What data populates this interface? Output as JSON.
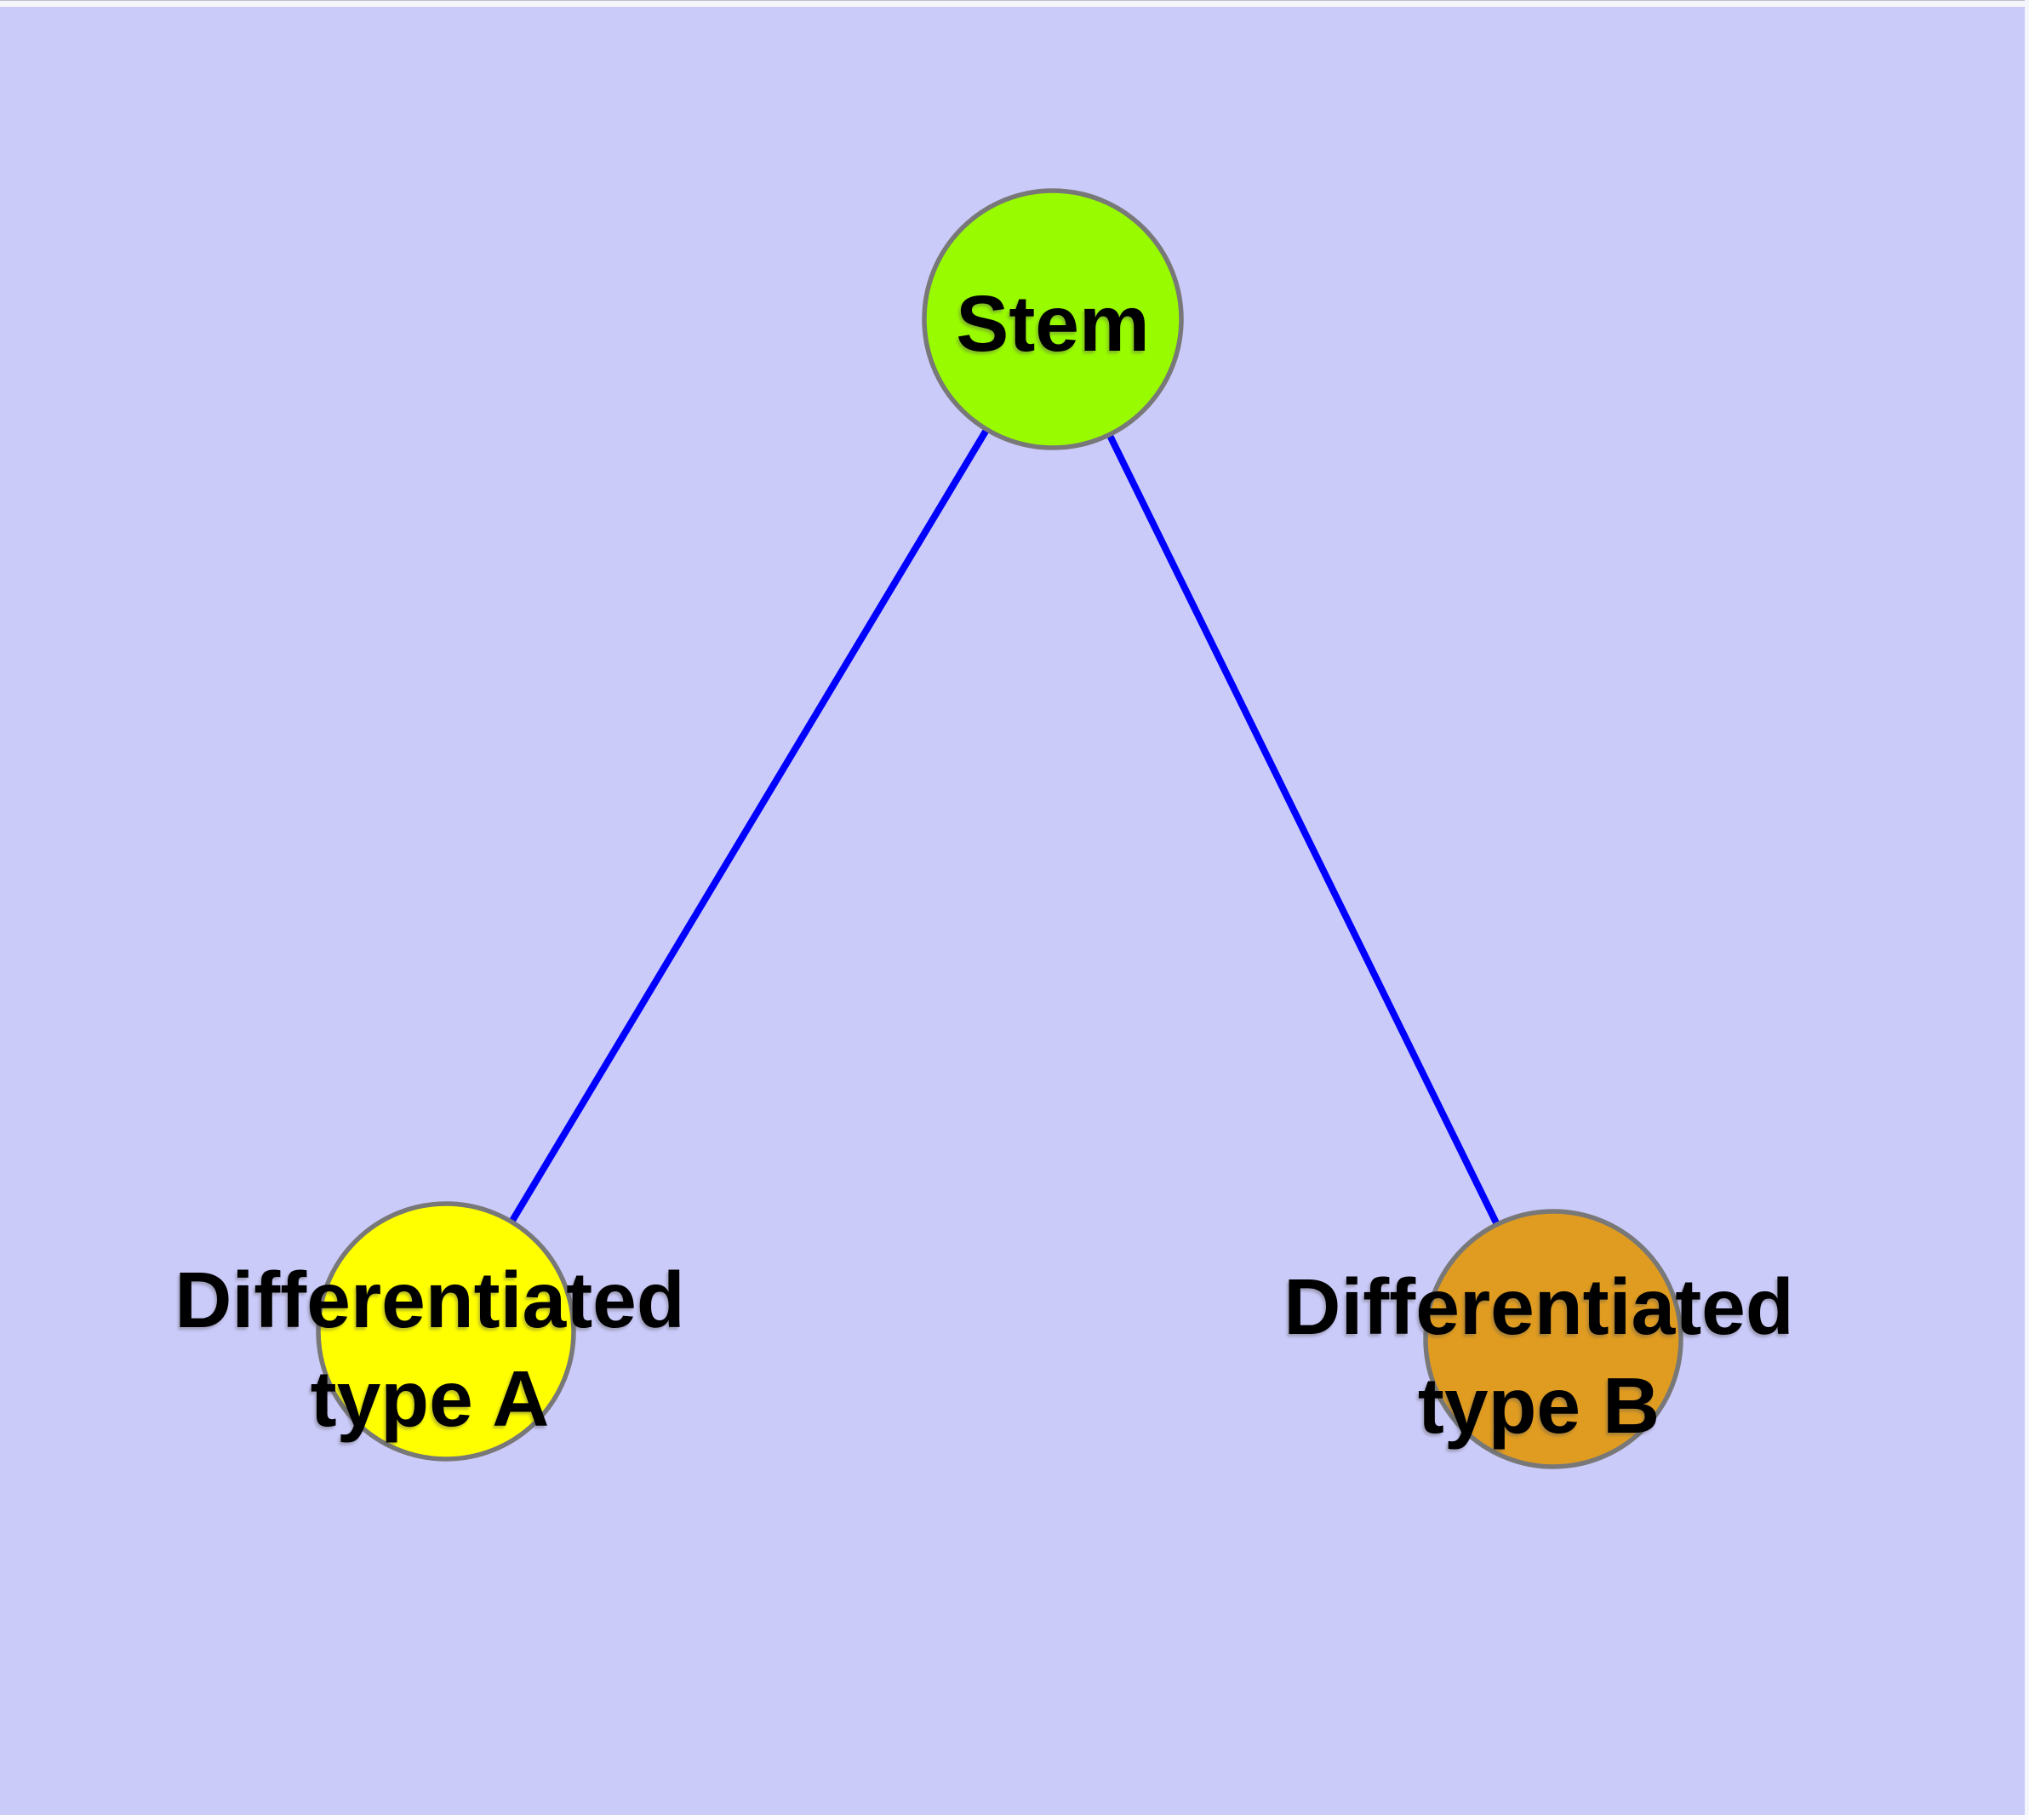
{
  "canvas": {
    "background_color": "#CBCBFA",
    "node_border_color": "#787878",
    "label_color": "#000000"
  },
  "edges": {
    "color": "#0000FF",
    "list": [
      {
        "from": "Stem",
        "to": "Differentiated type A"
      },
      {
        "from": "Stem",
        "to": "Differentiated type B"
      }
    ]
  },
  "nodes": {
    "stem": {
      "label": "Stem",
      "fill": "#98FB00"
    },
    "typeA": {
      "label": "Differentiated type A",
      "label_line1": "Differentiated",
      "label_line2": "type A",
      "fill": "#FFFF00"
    },
    "typeB": {
      "label": "Differentiated type B",
      "label_line1": "Differentiated",
      "label_line2": "type B",
      "fill": "#E09C20"
    }
  }
}
